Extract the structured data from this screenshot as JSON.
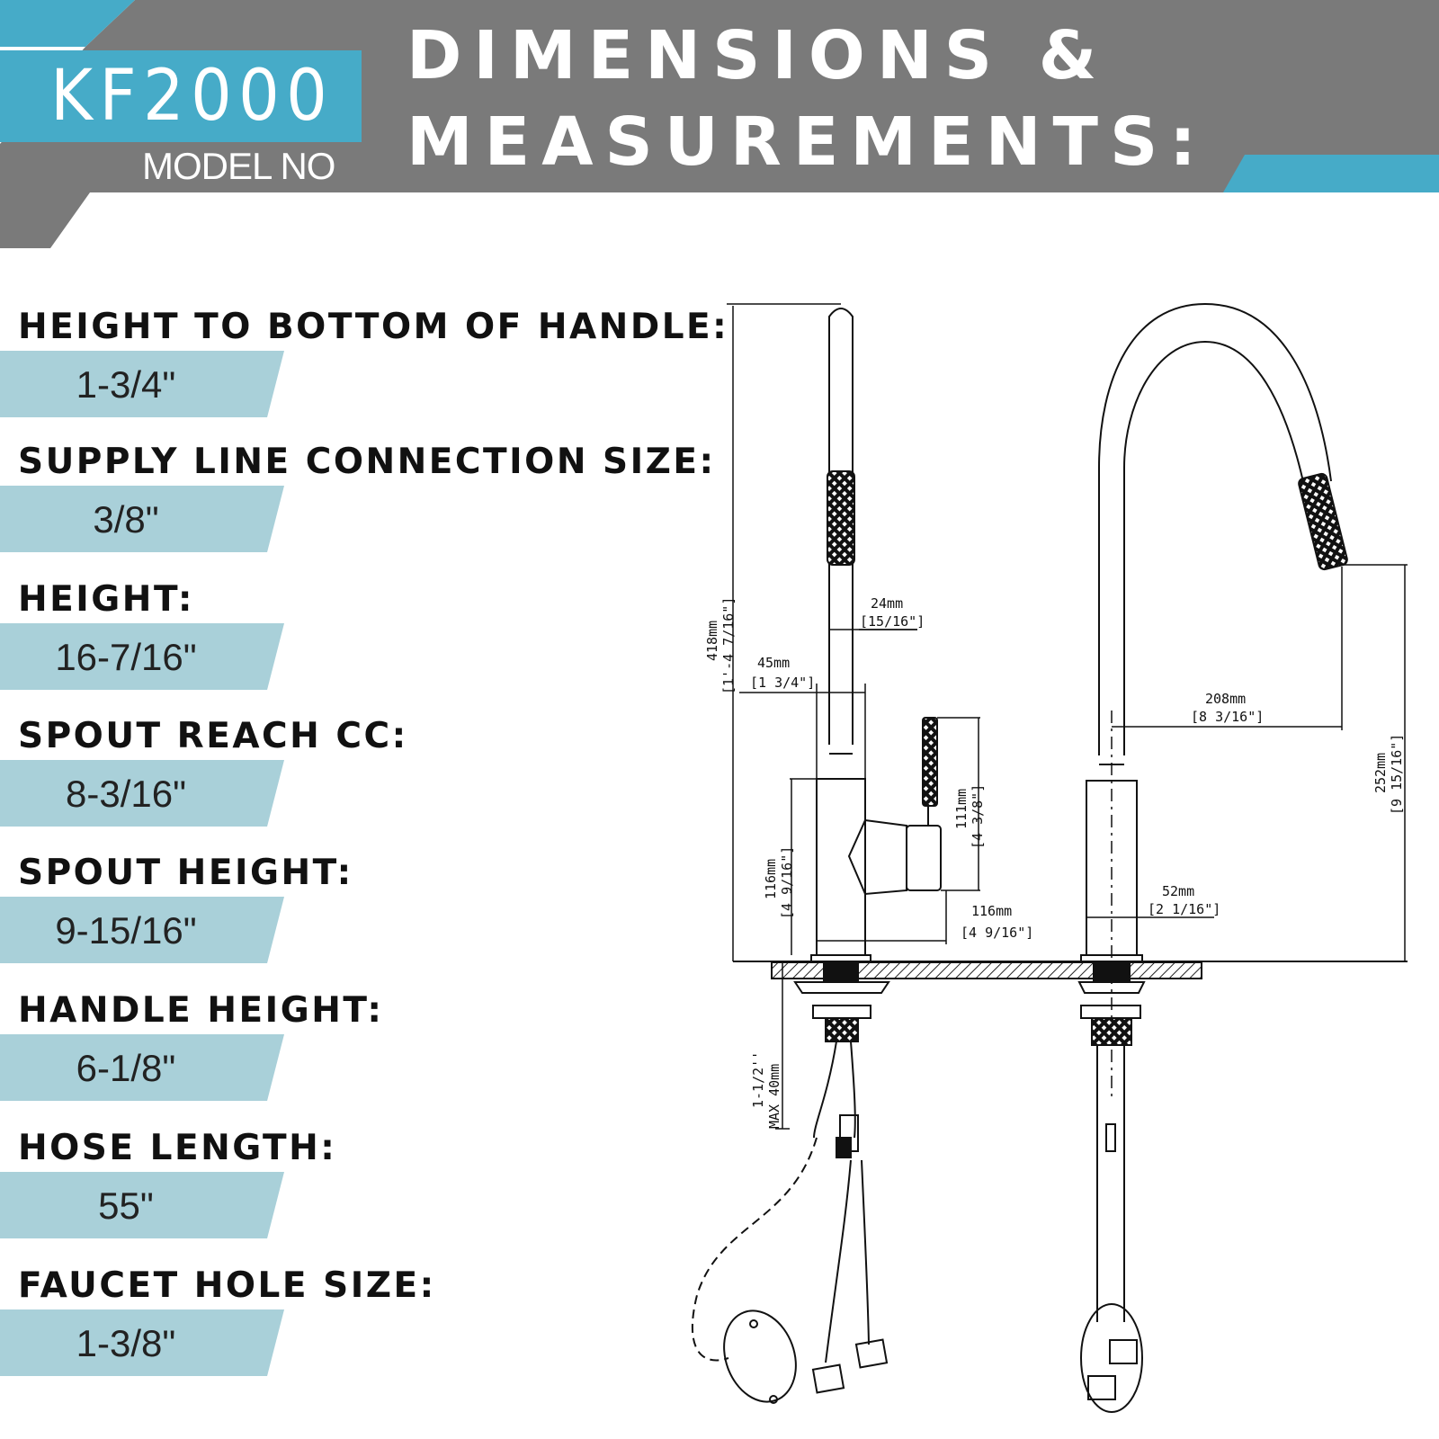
{
  "header": {
    "model_code": "KF2000",
    "model_label": "MODEL NO",
    "title_line1": "DIMENSIONS &",
    "title_line2": "MEASUREMENTS:",
    "colors": {
      "banner_gray": "#7a7a7a",
      "accent_blue": "#46abc8",
      "value_band": "#a9d0d9"
    }
  },
  "specs": [
    {
      "label": "HEIGHT TO BOTTOM OF HANDLE:",
      "value": "1-3/4\""
    },
    {
      "label": "SUPPLY LINE CONNECTION SIZE:",
      "value": "3/8\""
    },
    {
      "label": "HEIGHT:",
      "value": "16-7/16\""
    },
    {
      "label": "SPOUT REACH CC:",
      "value": "8-3/16\""
    },
    {
      "label": "SPOUT HEIGHT:",
      "value": "9-15/16\""
    },
    {
      "label": "HANDLE HEIGHT:",
      "value": "6-1/8\""
    },
    {
      "label": "HOSE LENGTH:",
      "value": "55\""
    },
    {
      "label": "FAUCET HOLE SIZE:",
      "value": "1-3/8\""
    }
  ],
  "drawing": {
    "dim_418": "418mm",
    "dim_418_in": "[1'-4 7/16\"]",
    "dim_24": "24mm",
    "dim_24_in": "[15/16\"]",
    "dim_45": "45mm",
    "dim_45_in": "[1 3/4\"]",
    "dim_111": "111mm",
    "dim_111_in": "[4 3/8\"]",
    "dim_116v": "116mm",
    "dim_116v_in": "[4 9/16\"]",
    "dim_116h": "116mm",
    "dim_116h_in": "[4 9/16\"]",
    "dim_208": "208mm",
    "dim_208_in": "[8 3/16\"]",
    "dim_252": "252mm",
    "dim_252_in": "[9 15/16\"]",
    "dim_52": "52mm",
    "dim_52_in": "[2 1/16\"]",
    "dim_max": "MAX 40mm",
    "dim_max_in": "1-1/2''"
  }
}
